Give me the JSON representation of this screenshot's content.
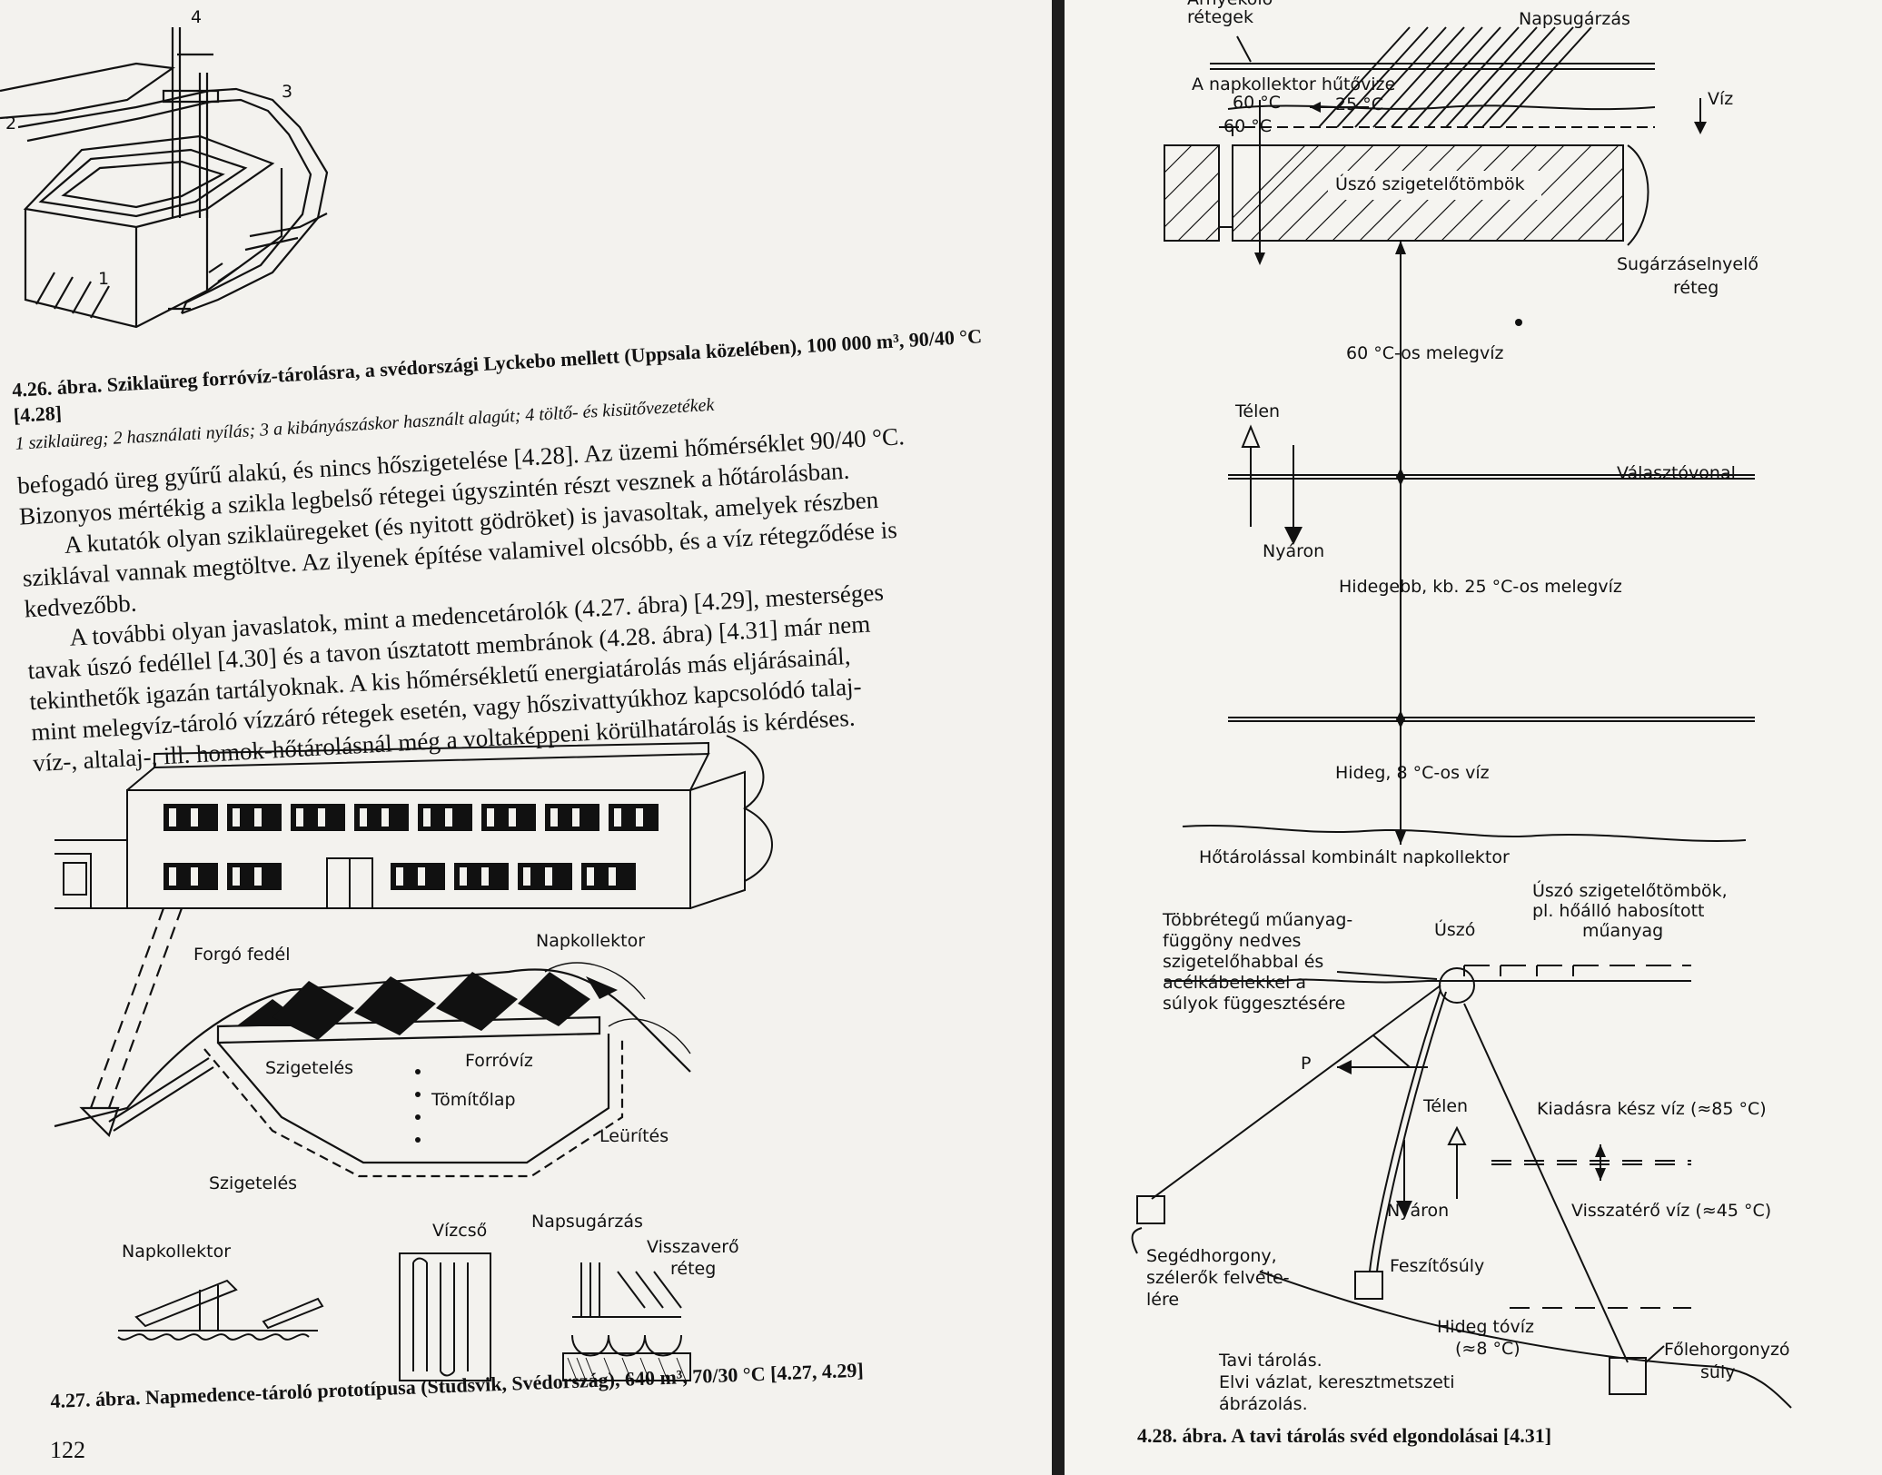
{
  "page_number": "122",
  "fig_4_26": {
    "labels": [
      "1",
      "2",
      "3",
      "4"
    ],
    "caption": "4.26. ábra. Sziklaüreg forróvíz-tárolásra, a svédországi Lyckebo mellett (Uppsala közelében), 100 000 m³, 90/40 °C [4.28]",
    "legend": "1 sziklaüreg; 2 használati nyílás; 3 a kibányászáskor használt alagút; 4 töltő- és kisütővezetékek"
  },
  "body_lines": [
    "befogadó üreg gyűrű alakú, és nincs hőszigetelése [4.28]. Az üzemi hőmérséklet 90/40 °C.",
    "Bizonyos mértékig a szikla legbelső rétegei úgyszintén részt vesznek a hőtárolásban.",
    "A kutatók olyan sziklaüregeket (és nyitott gödröket) is javasoltak, amelyek részben",
    "sziklával vannak megtöltve. Az ilyenek építése valamivel olcsóbb, és a víz rétegződése is",
    "kedvezőbb.",
    "A további olyan javaslatok, mint a medencetárolók (4.27. ábra) [4.29], mesterséges",
    "tavak úszó fedéllel [4.30] és a tavon úsztatott membránok (4.28. ábra) [4.31] már nem",
    "tekinthetők igazán tartályoknak. A kis hőmérsékletű energiatárolás más eljárásainál,",
    "mint melegvíz-tároló vízzáró rétegek esetén, vagy hőszivattyúkhoz kapcsolódó talaj-",
    "víz-, altalaj-, ill. homok-hőtárolásnál még a voltaképpeni körülhatárolás is kérdéses."
  ],
  "fig_4_27": {
    "labels": {
      "forgo_fedel": "Forgó fedél",
      "napkollektor_top": "Napkollektor",
      "szigeteles_1": "Szigetelés",
      "forroviz": "Forróvíz",
      "tomitolap": "Tömítőlap",
      "leurites": "Leürítés",
      "szigeteles_2": "Szigetelés",
      "napkollektor_bottom": "Napkollektor",
      "vizcso": "Vízcső",
      "napsugarzas": "Napsugárzás",
      "visszavero": "Visszaverő",
      "reteg": "réteg"
    },
    "caption": "4.27. ábra. Napmedence-tároló prototípusa (Studsvik, Svédország), 640 m³, 70/30 °C [4.27, 4.29]"
  },
  "fig_upper_right": {
    "labels": {
      "retegek_top": "Árnyékoló",
      "retegek": "rétegek",
      "napsugarzas": "Napsugárzás",
      "hutovize": "A napkollektor hűtővize",
      "t60": "60 °C",
      "t25": "25 °C",
      "viz": "Víz",
      "t60b": "60 °C",
      "uszo": "Úszó szigetelőtömbök",
      "sugarzaselnyelo": "Sugárzáselnyelő",
      "reteg": "réteg",
      "melegviz60": "60 °C-os melegvíz",
      "telen": "Télen",
      "valasztovonal": "Választóvonal",
      "nyaron": "Nyáron",
      "hidegebb": "Hidegebb, kb. 25 °C-os melegvíz",
      "hideg8": "Hideg, 8 °C-os víz",
      "hotarolas": "Hőtárolással kombinált napkollektor"
    }
  },
  "fig_4_28": {
    "labels": {
      "uszo_tombok": "Úszó szigetelőtömbök,",
      "uszo_tombok2": "pl. hőálló habosított",
      "uszo_tombok3": "műanyag",
      "tobbretegu1": "Többrétegű műanyag-",
      "tobbretegu2": "függöny nedves",
      "tobbretegu3": "szigetelőhabbal és",
      "tobbretegu4": "acélkábelekkel a",
      "tobbretegu5": "súlyok függesztésére",
      "uszo": "Úszó",
      "p": "P",
      "telen": "Télen",
      "kiadasra": "Kiadásra kész víz (≈85 °C)",
      "nyaron": "Nyáron",
      "visszatero": "Visszatérő víz (≈45 °C)",
      "seged1": "Segédhorgony,",
      "seged2": "szélerők felvéte-",
      "seged3": "lére",
      "feszito": "Feszítősúly",
      "hideg1": "Hideg tóvíz",
      "hideg2": "(≈8 °C)",
      "tavi1": "Tavi tárolás.",
      "tavi2": "Elvi vázlat, keresztmetszeti",
      "tavi3": "ábrázolás.",
      "fole1": "Főlehorgonyzó",
      "fole2": "súly"
    },
    "caption": "4.28. ábra. A tavi tárolás svéd elgondolásai [4.31]"
  }
}
